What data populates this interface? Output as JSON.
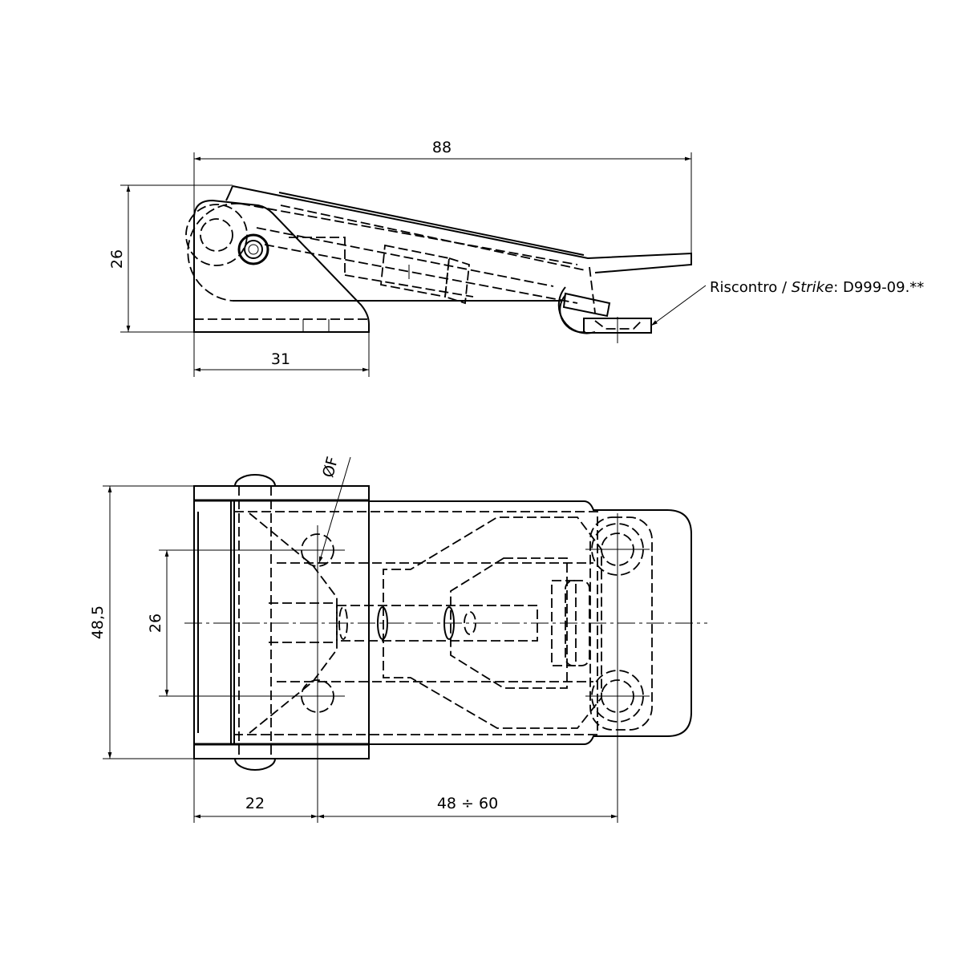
{
  "side_view": {
    "dim_length": "88",
    "dim_height": "26",
    "dim_base": "31",
    "strike_note": {
      "prefix": "Riscontro / ",
      "italic": "Strike",
      "suffix": ": D999-09.**"
    }
  },
  "plan_view": {
    "dim_hole_diameter": "ØF",
    "dim_width": "48,5",
    "dim_hole_spacing": "26",
    "dim_offset": "22",
    "dim_range": "48 ÷ 60"
  }
}
